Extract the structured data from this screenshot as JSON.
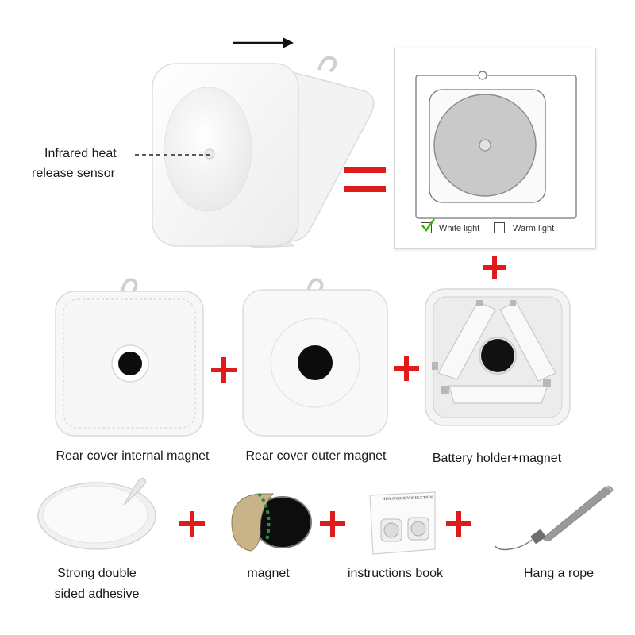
{
  "colors": {
    "plus": "#e01b1b",
    "equals": "#e01b1b",
    "arrow": "#111111",
    "device_white": "#f6f6f6",
    "magnet_black": "#0c0c0c",
    "rope_gray": "#9a9a9a"
  },
  "top": {
    "sensor_label_line1": "Infrared heat",
    "sensor_label_line2": "release sensor",
    "package": {
      "option_white": "White light",
      "option_warm": "Warm light",
      "white_checked": true
    }
  },
  "components": [
    {
      "label": "Rear cover internal magnet"
    },
    {
      "label": "Rear cover outer magnet"
    },
    {
      "label": "Battery holder+magnet"
    }
  ],
  "accessories": [
    {
      "label_line1": "Strong double",
      "label_line2": "sided adhesive"
    },
    {
      "label_line1": "magnet"
    },
    {
      "label_line1": "instructions book"
    },
    {
      "label_line1": "Hang a rope"
    }
  ],
  "booklet_text": "HUMAN BODY INDUCTION"
}
